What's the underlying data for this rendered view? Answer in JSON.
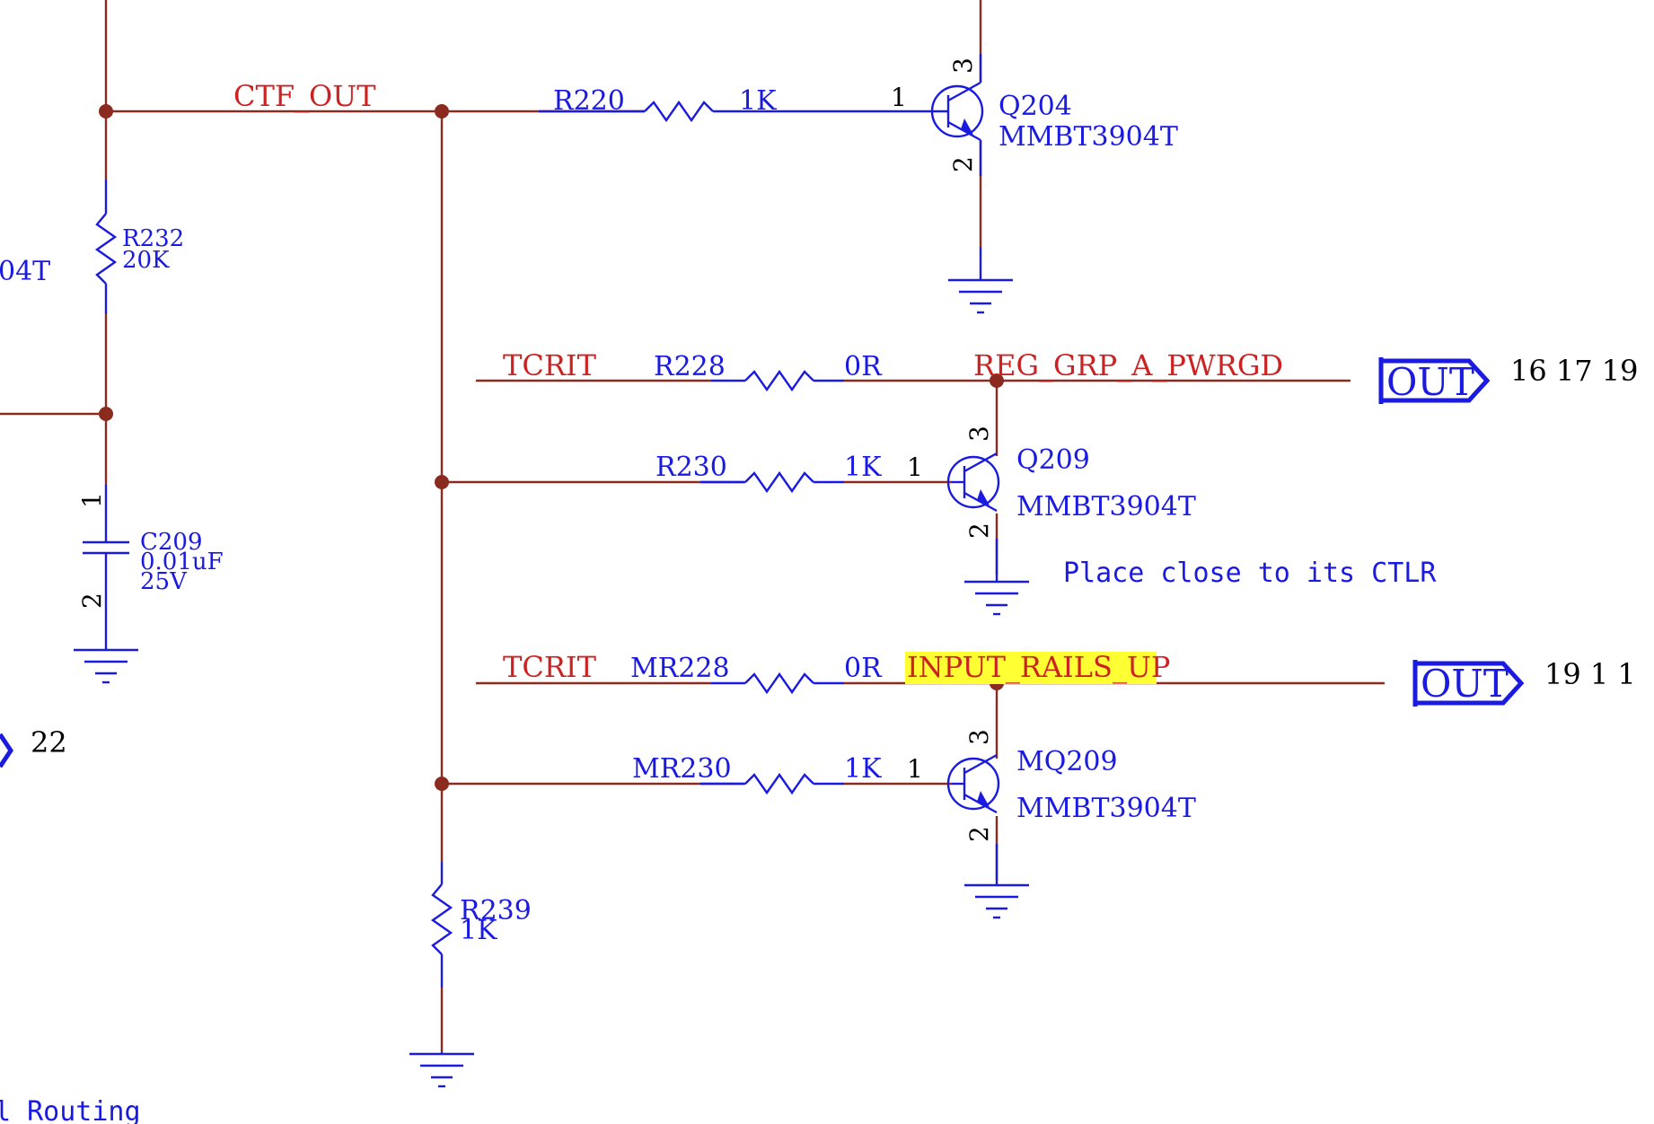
{
  "nets": {
    "ctf_out": "CTF_OUT",
    "tcrit_1": "TCRIT",
    "tcrit_2": "TCRIT",
    "reg_grp": "REG_GRP_A_PWRGD",
    "input_rails": "INPUT_RAILS_UP"
  },
  "resistors": {
    "r220": {
      "ref": "R220",
      "value": "1K"
    },
    "r232": {
      "ref": "R232",
      "value": "20K"
    },
    "r228": {
      "ref": "R228",
      "value": "0R"
    },
    "r230": {
      "ref": "R230",
      "value": "1K"
    },
    "mr228": {
      "ref": "MR228",
      "value": "0R"
    },
    "mr230": {
      "ref": "MR230",
      "value": "1K"
    },
    "r239": {
      "ref": "R239",
      "value": "1K"
    }
  },
  "capacitor": {
    "ref": "C209",
    "value": "0.01uF",
    "voltage": "25V",
    "pin1": "1",
    "pin2": "2"
  },
  "transistors": {
    "q204": {
      "ref": "Q204",
      "part": "MMBT3904T",
      "pin_b": "1",
      "pin_c": "3",
      "pin_e": "2"
    },
    "q209": {
      "ref": "Q209",
      "part": "MMBT3904T",
      "pin_b": "1",
      "pin_c": "3",
      "pin_e": "2"
    },
    "mq209": {
      "ref": "MQ209",
      "part": "MMBT3904T",
      "pin_b": "1",
      "pin_c": "3",
      "pin_e": "2"
    }
  },
  "ports": {
    "out1": {
      "label": "OUT",
      "refs": "16  17  19"
    },
    "out2": {
      "label": "OUT",
      "refs": "19  1  1"
    },
    "left_ref": "22"
  },
  "fragments": {
    "left_part": "04T",
    "bottom_note": "l Routing"
  },
  "note": "Place close to its CTLR",
  "colors": {
    "wire": "#8b2a1e",
    "component": "#1a1ae0",
    "net_label": "#cc2222",
    "highlight": "#ffff33"
  }
}
